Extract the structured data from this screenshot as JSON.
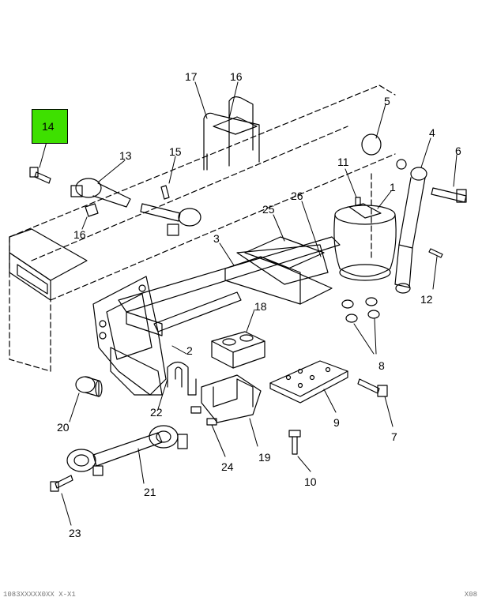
{
  "callouts": {
    "c1": "1",
    "c2": "2",
    "c3": "3",
    "c4": "4",
    "c5": "5",
    "c6": "6",
    "c7": "7",
    "c8": "8",
    "c9": "9",
    "c10": "10",
    "c11": "11",
    "c12": "12",
    "c13": "13",
    "c14": "14",
    "c15": "15",
    "c16a": "16",
    "c16b": "16",
    "c17": "17",
    "c18": "18",
    "c19": "19",
    "c20": "20",
    "c21": "21",
    "c22": "22",
    "c23": "23",
    "c24": "24",
    "c25": "25",
    "c26": "26"
  },
  "highlight": {
    "part": "14",
    "color": "#3ee000"
  },
  "footer": {
    "left": "1083XXXXX0XX X-X1",
    "right": "X08"
  }
}
